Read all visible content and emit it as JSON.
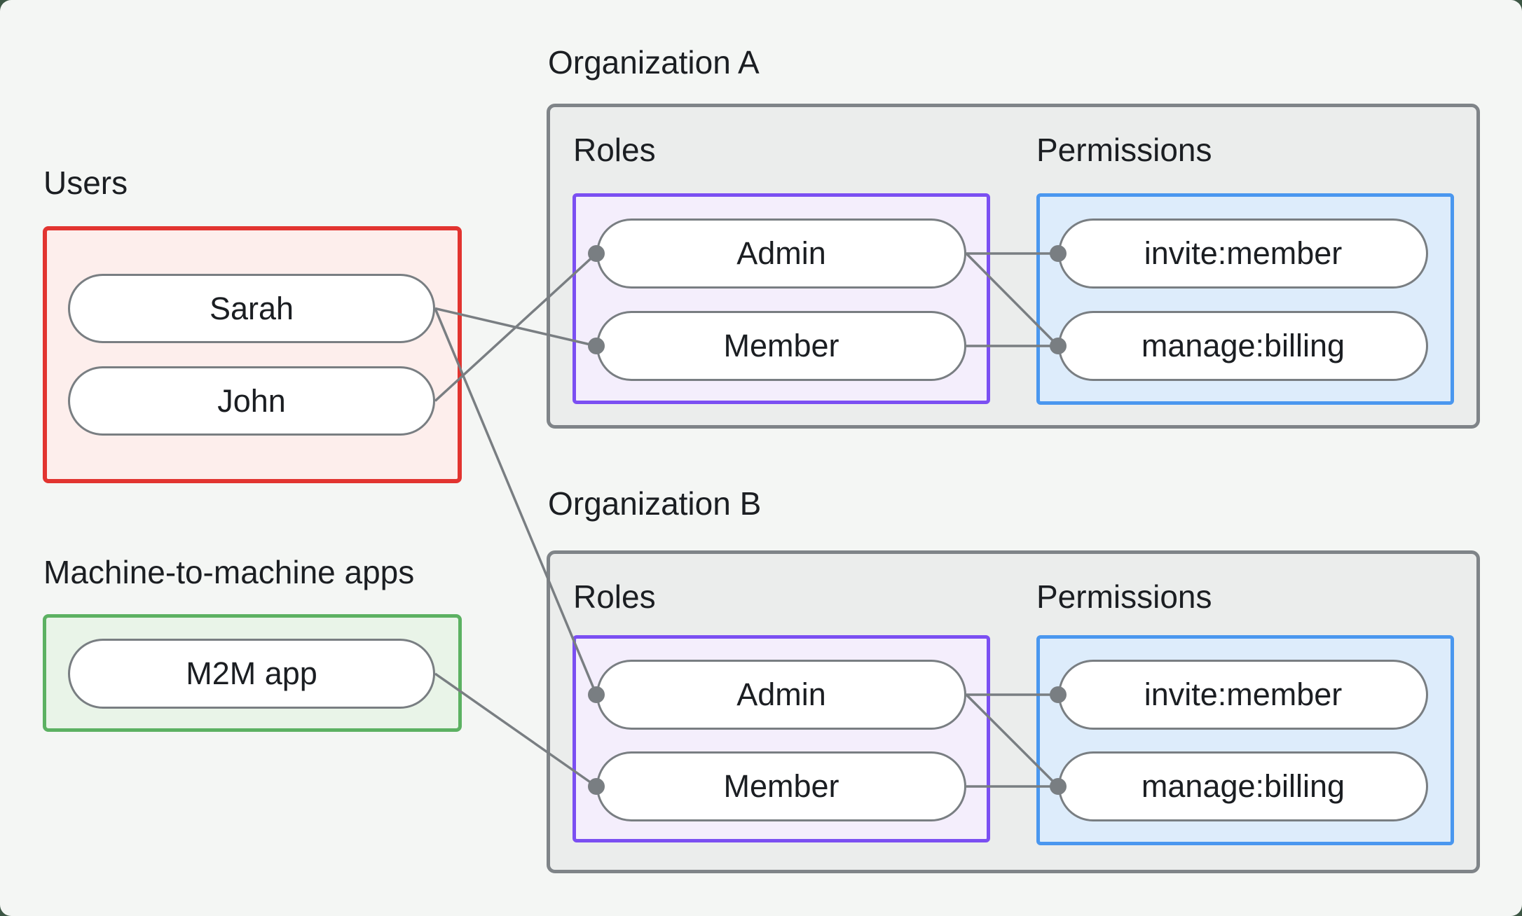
{
  "users_group": {
    "label": "Users",
    "items": [
      {
        "id": "sarah",
        "label": "Sarah"
      },
      {
        "id": "john",
        "label": "John"
      }
    ]
  },
  "m2m_group": {
    "label": "Machine-to-machine apps",
    "items": [
      {
        "id": "m2m-app",
        "label": "M2M app"
      }
    ]
  },
  "org_a": {
    "title": "Organization A",
    "roles_label": "Roles",
    "permissions_label": "Permissions",
    "roles": [
      {
        "id": "org-a-admin",
        "label": "Admin"
      },
      {
        "id": "org-a-member",
        "label": "Member"
      }
    ],
    "permissions": [
      {
        "id": "org-a-invite",
        "label": "invite:member"
      },
      {
        "id": "org-a-billing",
        "label": "manage:billing"
      }
    ]
  },
  "org_b": {
    "title": "Organization B",
    "roles_label": "Roles",
    "permissions_label": "Permissions",
    "roles": [
      {
        "id": "org-b-admin",
        "label": "Admin"
      },
      {
        "id": "org-b-member",
        "label": "Member"
      }
    ],
    "permissions": [
      {
        "id": "org-b-invite",
        "label": "invite:member"
      },
      {
        "id": "org-b-billing",
        "label": "manage:billing"
      }
    ]
  },
  "connections": [
    {
      "from": "john",
      "to": "org-a-admin"
    },
    {
      "from": "sarah",
      "to": "org-a-member"
    },
    {
      "from": "sarah",
      "to": "org-b-admin"
    },
    {
      "from": "m2m-app",
      "to": "org-b-member"
    },
    {
      "from": "org-a-admin",
      "to": "org-a-invite"
    },
    {
      "from": "org-a-admin",
      "to": "org-a-billing"
    },
    {
      "from": "org-a-member",
      "to": "org-a-billing"
    },
    {
      "from": "org-b-admin",
      "to": "org-b-invite"
    },
    {
      "from": "org-b-admin",
      "to": "org-b-billing"
    },
    {
      "from": "org-b-member",
      "to": "org-b-billing"
    }
  ],
  "style": {
    "connector_color": "#797e82",
    "connector_width": 3.5,
    "dot_radius": 12,
    "users_accent": "#e23430",
    "users_fill": "#fdeeec",
    "m2m_accent": "#5cb162",
    "m2m_fill": "#e9f4e8",
    "roles_accent": "#7b4ff2",
    "roles_fill": "#f4eefc",
    "permissions_accent": "#4a97ef",
    "permissions_fill": "#ddecfb",
    "org_box_fill": "#ebedec",
    "org_box_border": "#7f8488",
    "canvas_bg": "#f4f6f4",
    "page_bg": "#3c5644",
    "text_color": "#1b1e22"
  }
}
